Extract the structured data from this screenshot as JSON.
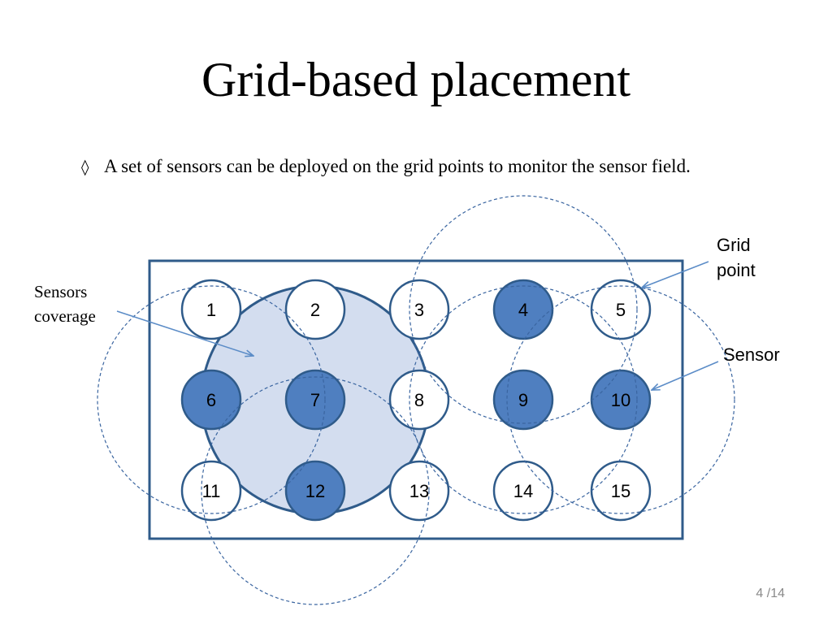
{
  "title": "Grid-based placement",
  "bullet": {
    "marker": "◊",
    "text": "A set of sensors can be deployed on the grid points to monitor the sensor field."
  },
  "labels": {
    "sensors_coverage": [
      "Sensors",
      "coverage"
    ],
    "grid_point": [
      "Grid",
      "point"
    ],
    "sensor": "Sensor"
  },
  "grid": {
    "rows": 3,
    "columns": 5,
    "points": [
      "1",
      "2",
      "3",
      "4",
      "5",
      "6",
      "7",
      "8",
      "9",
      "10",
      "11",
      "12",
      "13",
      "14",
      "15"
    ],
    "sensor_points": [
      "4",
      "6",
      "7",
      "9",
      "10",
      "12"
    ],
    "highlighted_coverage_point": "7"
  },
  "colors": {
    "frame": "#2f5b8a",
    "sensor_fill": "#4f7fc0",
    "grid_point_fill": "#ffffff",
    "coverage_fill": "#d3ddef",
    "dashed_coverage": "#3a65a0",
    "arrow": "#5b8cc7"
  },
  "page": {
    "number": "4 /14"
  }
}
